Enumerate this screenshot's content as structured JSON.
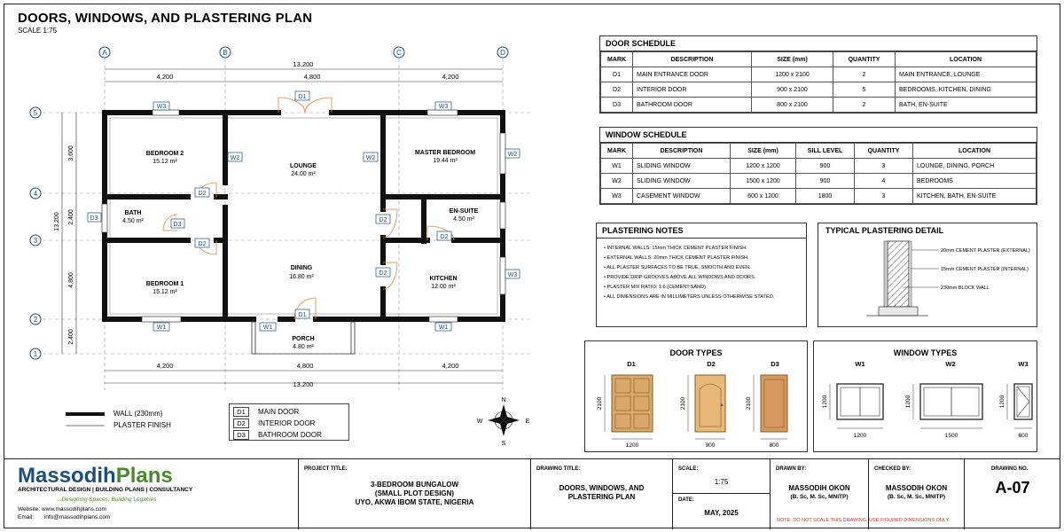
{
  "header": {
    "title": "DOORS, WINDOWS, AND PLASTERING PLAN",
    "scale": "SCALE 1:75"
  },
  "plan": {
    "grid_cols": [
      "A",
      "B",
      "C",
      "D"
    ],
    "grid_rows": [
      "5",
      "4",
      "3",
      "2",
      "1"
    ],
    "top_dims": [
      "4,200",
      "4,800",
      "4,200"
    ],
    "top_total": "13,200",
    "bottom_dims": [
      "4,200",
      "4,800",
      "4,200"
    ],
    "bottom_total": "13,200",
    "left_dims": [
      "3,600",
      "2,400",
      "4,800",
      "2,400"
    ],
    "left_total": "13,200",
    "rooms": [
      {
        "name": "BEDROOM 2",
        "area": "15.12 m²"
      },
      {
        "name": "LOUNGE",
        "area": "24.00 m²"
      },
      {
        "name": "MASTER BEDROOM",
        "area": "19.44 m²"
      },
      {
        "name": "BATH",
        "area": "4.50 m²"
      },
      {
        "name": "EN-SUITE",
        "area": "4.50 m²"
      },
      {
        "name": "DINING",
        "area": "16.80 m²"
      },
      {
        "name": "KITCHEN",
        "area": "12.00 m²"
      },
      {
        "name": "BEDROOM 1",
        "area": "15.12 m²"
      },
      {
        "name": "PORCH",
        "area": "4.80 m²"
      }
    ],
    "tags": {
      "d1": "D1",
      "d2": "D2",
      "d3": "D3",
      "w1": "W1",
      "w2": "W2",
      "w3": "W3"
    },
    "compass": {
      "n": "N",
      "s": "S",
      "e": "E",
      "w": "W"
    }
  },
  "legend": {
    "wall": "WALL (230mm)",
    "plaster": "PLASTER FINISH",
    "keys": [
      {
        "tag": "D1",
        "label": "MAIN DOOR"
      },
      {
        "tag": "D2",
        "label": "INTERIOR DOOR"
      },
      {
        "tag": "D3",
        "label": "BATHROOM DOOR"
      }
    ]
  },
  "door_schedule": {
    "title": "DOOR SCHEDULE",
    "headers": [
      "MARK",
      "DESCRIPTION",
      "SIZE (mm)",
      "QUANTITY",
      "LOCATION"
    ],
    "rows": [
      [
        "D1",
        "MAIN ENTRANCE DOOR",
        "1200 x 2100",
        "2",
        "MAIN ENTRANCE, LOUNGE"
      ],
      [
        "D2",
        "INTERIOR DOOR",
        "900 x 2100",
        "5",
        "BEDROOMS, KITCHEN, DINING"
      ],
      [
        "D3",
        "BATHROOM DOOR",
        "800 x 2100",
        "2",
        "BATH, EN-SUITE"
      ]
    ]
  },
  "window_schedule": {
    "title": "WINDOW SCHEDULE",
    "headers": [
      "MARK",
      "DESCRIPTION",
      "SIZE (mm)",
      "SILL LEVEL",
      "QUANTITY",
      "LOCATION"
    ],
    "rows": [
      [
        "W1",
        "SLIDING WINDOW",
        "1200 x 1200",
        "900",
        "3",
        "LOUNGE, DINING, PORCH"
      ],
      [
        "W2",
        "SLIDING WINDOW",
        "1500 x 1200",
        "900",
        "4",
        "BEDROOMS"
      ],
      [
        "W3",
        "CASEMENT WINDOW",
        "600 x 1200",
        "1800",
        "3",
        "KITCHEN, BATH, EN-SUITE"
      ]
    ]
  },
  "plastering_notes": {
    "title": "PLASTERING NOTES",
    "items": [
      "INTERNAL WALLS: 15mm THICK CEMENT PLASTER FINISH.",
      "EXTERNAL WALLS: 20mm THICK CEMENT PLASTER FINISH.",
      "ALL PLASTER SURFACES TO BE TRUE, SMOOTH AND EVEN.",
      "PROVIDE DRIP GROOVES ABOVE ALL WINDOWS AND DOORS.",
      "PLASTER MIX RATIO: 1:6 (CEMENT:SAND)",
      "ALL DIMENSIONS ARE IN MILLIMETERS UNLESS OTHERWISE STATED."
    ]
  },
  "plaster_detail": {
    "title": "TYPICAL PLASTERING DETAIL",
    "labels": [
      "20mm CEMENT PLASTER (EXTERNAL)",
      "15mm CEMENT PLASTER (INTERNAL)",
      "230mm BLOCK WALL"
    ]
  },
  "door_types": {
    "title": "DOOR TYPES",
    "items": [
      {
        "mark": "D1",
        "height": "2100",
        "width": "1200"
      },
      {
        "mark": "D2",
        "height": "2100",
        "width": "900"
      },
      {
        "mark": "D3",
        "height": "2100",
        "width": "800"
      }
    ]
  },
  "window_types": {
    "title": "WINDOW TYPES",
    "items": [
      {
        "mark": "W1",
        "height": "1200",
        "width": "1200"
      },
      {
        "mark": "W2",
        "height": "1200",
        "width": "1500"
      },
      {
        "mark": "W3",
        "height": "1200",
        "width": "600"
      }
    ]
  },
  "title_block": {
    "brand_a": "Massodih",
    "brand_b": "Plans",
    "services": "ARCHITECTURAL DESIGN | BUILDING PLANS | CONSULTANCY",
    "tagline": "...Designing Spaces, Building Legacies",
    "website_label": "Website:",
    "website": "www.massodihplans.com",
    "email_label": "Email:",
    "email": "info@massodihplans.com",
    "project_label": "PROJECT TITLE:",
    "project_lines": [
      "3-BEDROOM BUNGALOW",
      "(SMALL PLOT DESIGN)",
      "UYO, AKWA IBOM STATE, NIGERIA"
    ],
    "drawing_label": "DRAWING TITLE:",
    "drawing_lines": [
      "DOORS, WINDOWS, AND",
      "PLASTERING PLAN"
    ],
    "scale_label": "SCALE:",
    "scale": "1:75",
    "date_label": "DATE:",
    "date": "MAY, 2025",
    "drawn_label": "DRAWN BY:",
    "drawn_name": "MASSODIH OKON",
    "drawn_cred": "(B. Sc, M. Sc, MNITP)",
    "checked_label": "CHECKED BY:",
    "checked_name": "MASSODIH OKON",
    "checked_cred": "(B. Sc, M. Sc, MNITP)",
    "number_label": "DRAWING NO.",
    "number": "A-07",
    "note": "NOTE: DO NOT SCALE THIS DRAWING. USE FIGURED DIMENSIONS ONLY.",
    "brand_color": "#1b4f7a",
    "green_color": "#4a8a2a"
  }
}
